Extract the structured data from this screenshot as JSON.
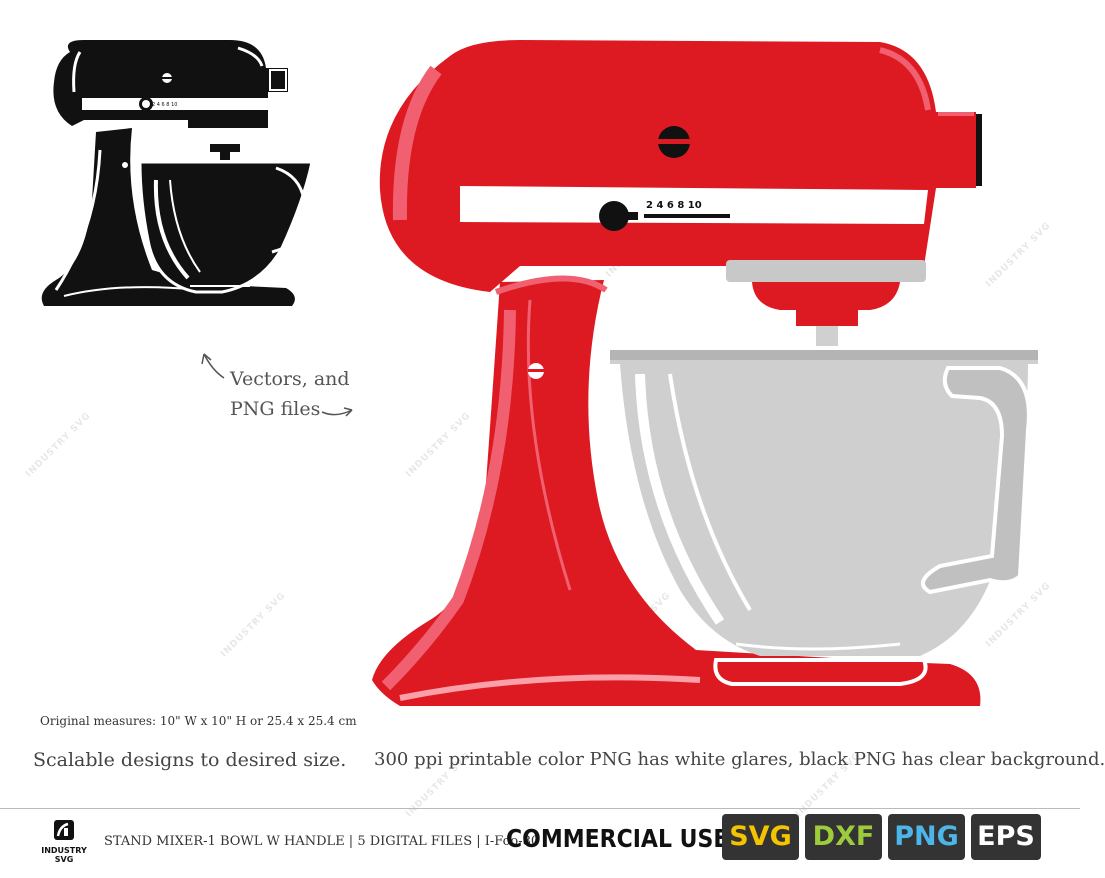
{
  "watermark": {
    "text": "INDUSTRY SVG"
  },
  "annotations": {
    "vectors_line1": "Vectors, and",
    "vectors_line2": "PNG files"
  },
  "illustration": {
    "speed_dial_labels": [
      "2",
      "4",
      "6",
      "8",
      "10"
    ],
    "colors": {
      "red_body": "#dd1a21",
      "red_highlight": "#f06070",
      "silver_bowl": "#cfcfcf",
      "black_body": "#111111"
    }
  },
  "text": {
    "measures": "Original measures: 10\" W x 10\" H or 25.4 x 25.4 cm",
    "scalable": "Scalable designs to desired size.",
    "ppi": "300 ppi printable color PNG has white glares, black PNG has clear background."
  },
  "footer": {
    "brand_line1": "INDUSTRY",
    "brand_line2": "SVG",
    "product_line": "STAND MIXER-1 BOWL W HANDLE  |  5 DIGITAL FILES  |  I-Foo-80",
    "commercial": "COMMERCIAL USE",
    "formats": [
      "SVG",
      "DXF",
      "PNG",
      "EPS"
    ],
    "format_colors": {
      "SVG": "#f5c400",
      "DXF": "#9ccc3c",
      "PNG": "#4db6e8",
      "EPS": "#ffffff"
    }
  }
}
